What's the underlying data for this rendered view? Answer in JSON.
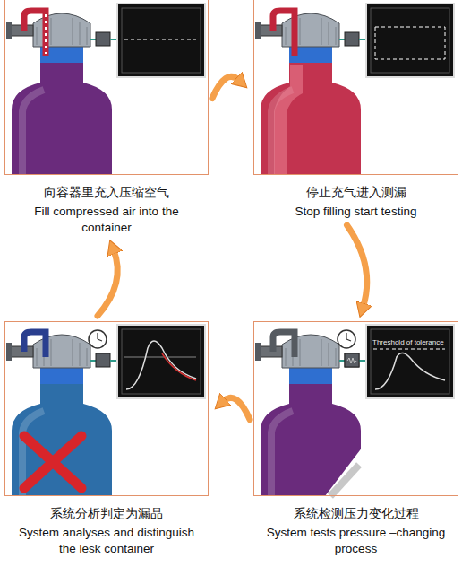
{
  "diagram": {
    "nodes": [
      {
        "text": [
          "向容器里充入压缩空气",
          "Fill compressed air into the container"
        ]
      },
      {
        "text": [
          "停止充气进入测漏",
          "Stop filling start testing"
        ]
      },
      {
        "text": [
          "系统分析判定为漏品",
          "System analyses and distinguish the lesk container"
        ]
      },
      {
        "text": [
          "系统检测压力变化过程",
          "System tests pressure –changing process"
        ]
      }
    ],
    "edges": [
      {
        "from": 0,
        "to": 1,
        "arrow": "to"
      },
      {
        "from": 1,
        "to": 3,
        "arrow": "to"
      },
      {
        "from": 3,
        "to": 2,
        "arrow": "to"
      },
      {
        "from": 2,
        "to": 0,
        "arrow": "to"
      }
    ],
    "labels": [
      "Threshold of tolerance"
    ]
  }
}
